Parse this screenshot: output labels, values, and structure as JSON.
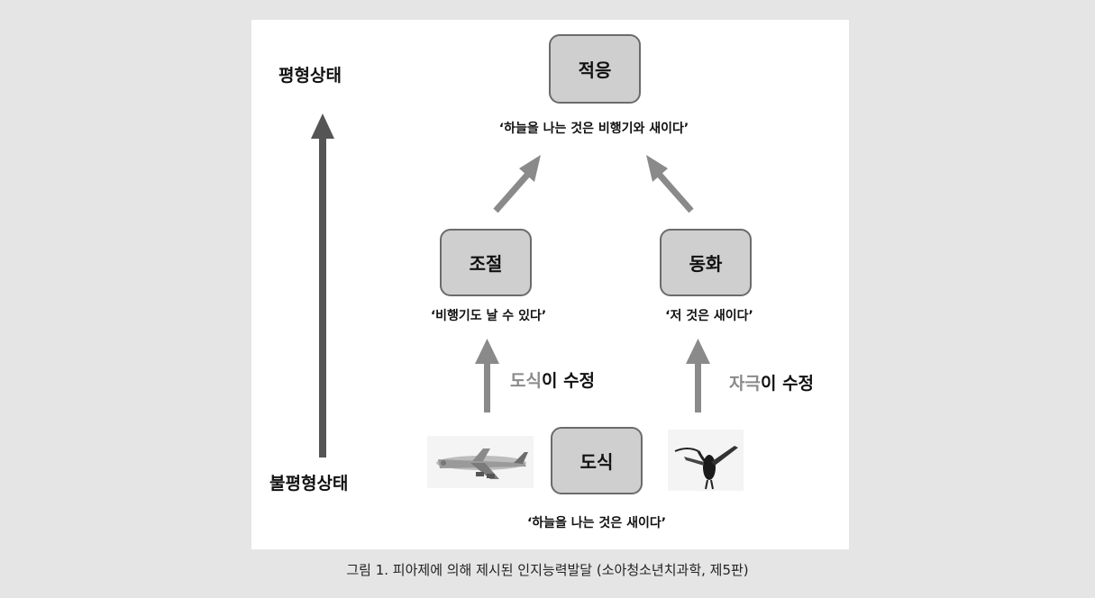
{
  "labels": {
    "equilibrium": "평형상태",
    "disequilibrium": "불평형상태"
  },
  "nodes": {
    "adaptation": {
      "title": "적응",
      "caption": "‘하늘을 나는 것은 비행기와 새이다’"
    },
    "accommodation": {
      "title": "조절",
      "caption": "‘비행기도 날 수 있다’"
    },
    "assimilation": {
      "title": "동화",
      "caption": "‘저 것은 새이다’"
    },
    "schema": {
      "title": "도식",
      "caption": "‘하늘을 나는 것은 새이다’"
    }
  },
  "modifiers": {
    "left": {
      "highlight": "도식",
      "rest": "이 수정"
    },
    "right": {
      "highlight": "자극",
      "rest": "이 수정"
    }
  },
  "images": {
    "airplane": "airplane-photo",
    "bird": "crane-bird-photo"
  },
  "figure_caption": "그림 1. 피아제에 의해 제시된 인지능력발달 (소아청소년치과학, 제5판)"
}
